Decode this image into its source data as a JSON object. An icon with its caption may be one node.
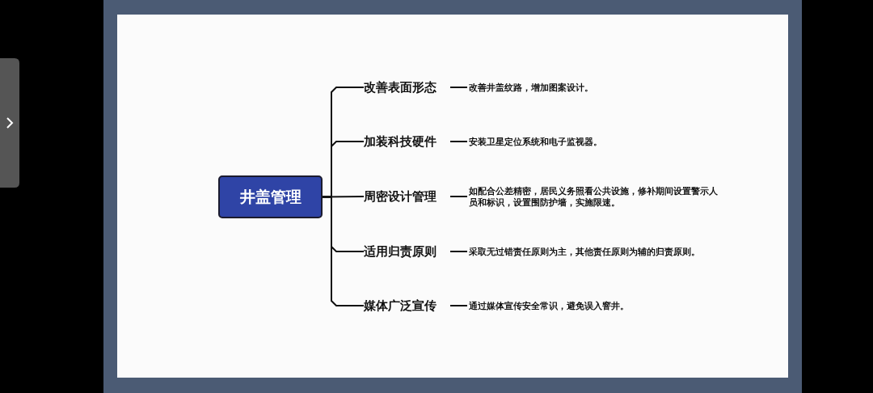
{
  "diagram": {
    "nodes": [
      {
        "text": [
          "井盖管理"
        ]
      },
      {
        "text": [
          "改善表面形态"
        ]
      },
      {
        "text": [
          "加装科技硬件"
        ]
      },
      {
        "text": [
          "周密设计管理"
        ]
      },
      {
        "text": [
          "适用归责原则"
        ]
      },
      {
        "text": [
          "媒体广泛宣传"
        ]
      },
      {
        "text": [
          "改善井盖纹路，增加图案设计。"
        ]
      },
      {
        "text": [
          "安装卫星定位系统和电子监视器。"
        ]
      },
      {
        "text": [
          "如配合公差精密，居民义务照看公共设施，修补期间设置警示人员和标识，设置围防护墙，实施限速。"
        ]
      },
      {
        "text": [
          "采取无过错责任原则为主，其他责任原则为辅的归责原则。"
        ]
      },
      {
        "text": [
          "通过媒体宣传安全常识，避免误入窨井。"
        ]
      }
    ],
    "edges": [
      {
        "from": 0,
        "to": 1,
        "arrow": "none"
      },
      {
        "from": 0,
        "to": 2,
        "arrow": "none"
      },
      {
        "from": 0,
        "to": 3,
        "arrow": "none"
      },
      {
        "from": 0,
        "to": 4,
        "arrow": "none"
      },
      {
        "from": 0,
        "to": 5,
        "arrow": "none"
      },
      {
        "from": 1,
        "to": 6,
        "arrow": "none"
      },
      {
        "from": 2,
        "to": 7,
        "arrow": "none"
      },
      {
        "from": 3,
        "to": 8,
        "arrow": "none"
      },
      {
        "from": 4,
        "to": 9,
        "arrow": "none"
      },
      {
        "from": 5,
        "to": 10,
        "arrow": "none"
      }
    ]
  }
}
